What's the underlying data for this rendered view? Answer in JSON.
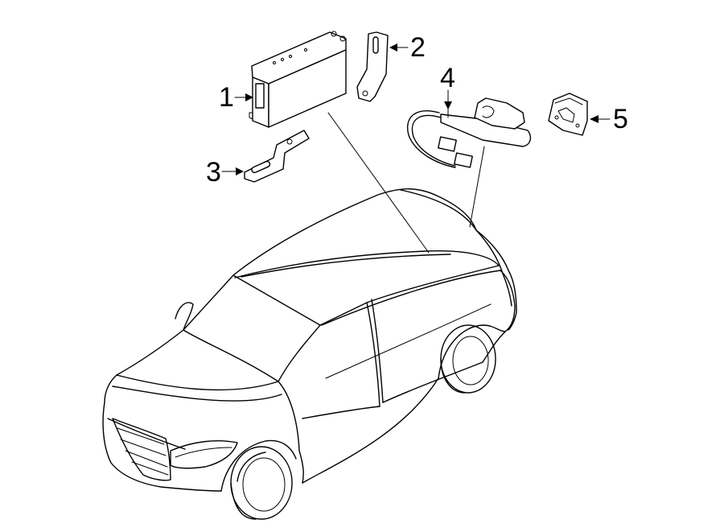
{
  "diagram": {
    "callouts": [
      {
        "id": "1",
        "label": "1"
      },
      {
        "id": "2",
        "label": "2"
      },
      {
        "id": "3",
        "label": "3"
      },
      {
        "id": "4",
        "label": "4"
      },
      {
        "id": "5",
        "label": "5"
      }
    ],
    "line_color": "#000000",
    "background": "#ffffff"
  }
}
